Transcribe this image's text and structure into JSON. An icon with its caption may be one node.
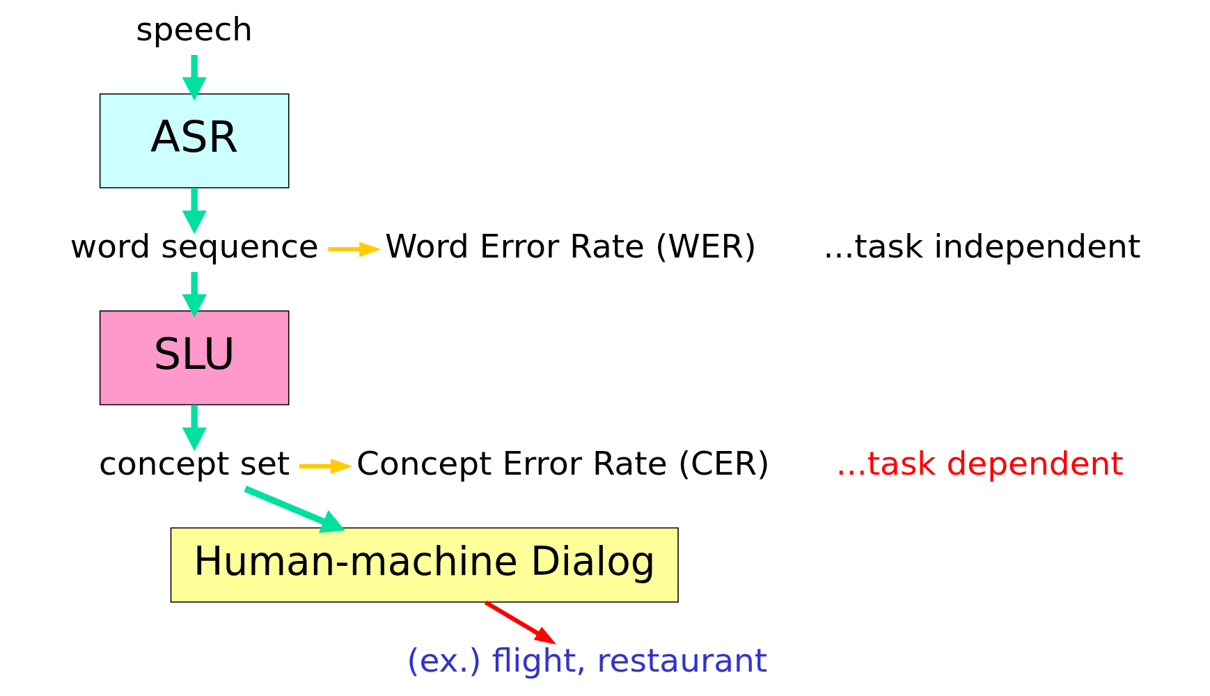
{
  "diagram": {
    "nodes": [
      {
        "text": [
          "speech"
        ]
      },
      {
        "text": [
          "ASR"
        ]
      },
      {
        "text": [
          "word sequence"
        ]
      },
      {
        "text": [
          "SLU"
        ]
      },
      {
        "text": [
          "concept set"
        ]
      },
      {
        "text": [
          "Human-machine Dialog"
        ]
      },
      {
        "text": [
          "Word Error Rate (WER)"
        ]
      },
      {
        "text": [
          "Concept Error Rate (CER)"
        ]
      },
      {
        "text": [
          "(ex.) flight, restaurant"
        ]
      }
    ],
    "edges": [
      {
        "from": 0,
        "to": 1,
        "arrow": "to"
      },
      {
        "from": 1,
        "to": 2,
        "arrow": "to"
      },
      {
        "from": 2,
        "to": 3,
        "arrow": "to"
      },
      {
        "from": 3,
        "to": 4,
        "arrow": "to"
      },
      {
        "from": 4,
        "to": 5,
        "arrow": "to"
      },
      {
        "from": 2,
        "to": 6,
        "arrow": "to",
        "color": "#ffcc00"
      },
      {
        "from": 4,
        "to": 7,
        "arrow": "to",
        "color": "#ffcc00"
      },
      {
        "from": 5,
        "to": 8,
        "arrow": "to",
        "color": "#ff0000"
      }
    ],
    "labels": [
      "...task independent",
      "...task dependent"
    ]
  }
}
